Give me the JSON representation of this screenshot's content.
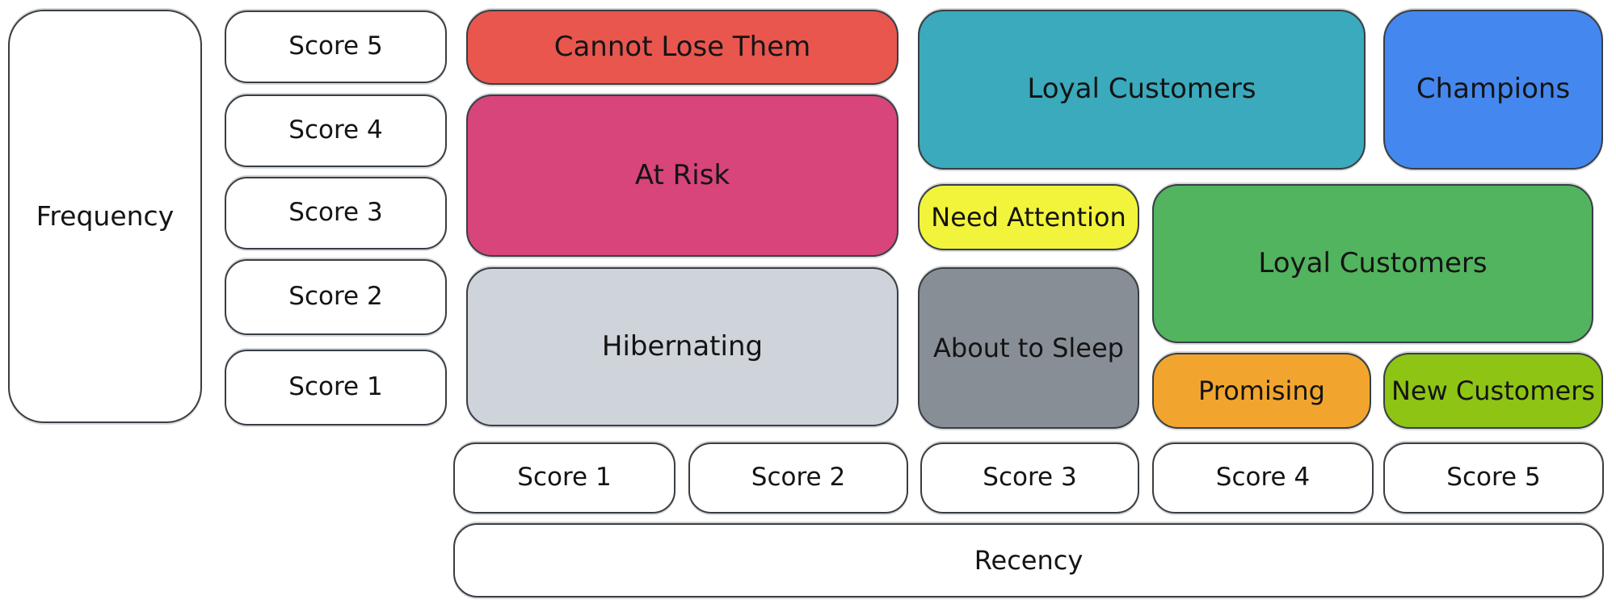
{
  "palette": {
    "stroke": "#383e44",
    "text": "#141414",
    "background": "#ffffff",
    "white_box_fill": "#ffffff"
  },
  "frequency_axis": {
    "label": "Frequency",
    "scores": [
      "Score 5",
      "Score 4",
      "Score 3",
      "Score 2",
      "Score 1"
    ]
  },
  "recency_axis": {
    "label": "Recency",
    "scores": [
      "Score 1",
      "Score 2",
      "Score 3",
      "Score 4",
      "Score 5"
    ]
  },
  "segments": [
    {
      "name": "cannot-lose-them",
      "label": "Cannot Lose Them",
      "color": "#e8564e",
      "recency_cols": "1-2",
      "frequency_rows": "5"
    },
    {
      "name": "at-risk",
      "label": "At Risk",
      "color": "#d7457a",
      "recency_cols": "1-2",
      "frequency_rows": "3-4"
    },
    {
      "name": "hibernating",
      "label": "Hibernating",
      "color": "#ced4da",
      "recency_cols": "1-2",
      "frequency_rows": "1-2"
    },
    {
      "name": "loyal-customers-top",
      "label": "Loyal Customers",
      "color": "#3aaabc",
      "recency_cols": "3-4",
      "frequency_rows": "4-5"
    },
    {
      "name": "champions",
      "label": "Champions",
      "color": "#4487ef",
      "recency_cols": "5",
      "frequency_rows": "4-5"
    },
    {
      "name": "need-attention",
      "label": "Need Attention",
      "color": "#f2f43b",
      "recency_cols": "3",
      "frequency_rows": "3"
    },
    {
      "name": "about-to-sleep",
      "label": "About to Sleep",
      "color": "#878e96",
      "recency_cols": "3",
      "frequency_rows": "1-2"
    },
    {
      "name": "loyal-customers-mid",
      "label": "Loyal Customers",
      "color": "#52b45e",
      "recency_cols": "4-5",
      "frequency_rows": "2-3"
    },
    {
      "name": "promising",
      "label": "Promising",
      "color": "#f2a52e",
      "recency_cols": "4",
      "frequency_rows": "1"
    },
    {
      "name": "new-customers",
      "label": "New Customers",
      "color": "#8ec414",
      "recency_cols": "5",
      "frequency_rows": "1"
    }
  ]
}
